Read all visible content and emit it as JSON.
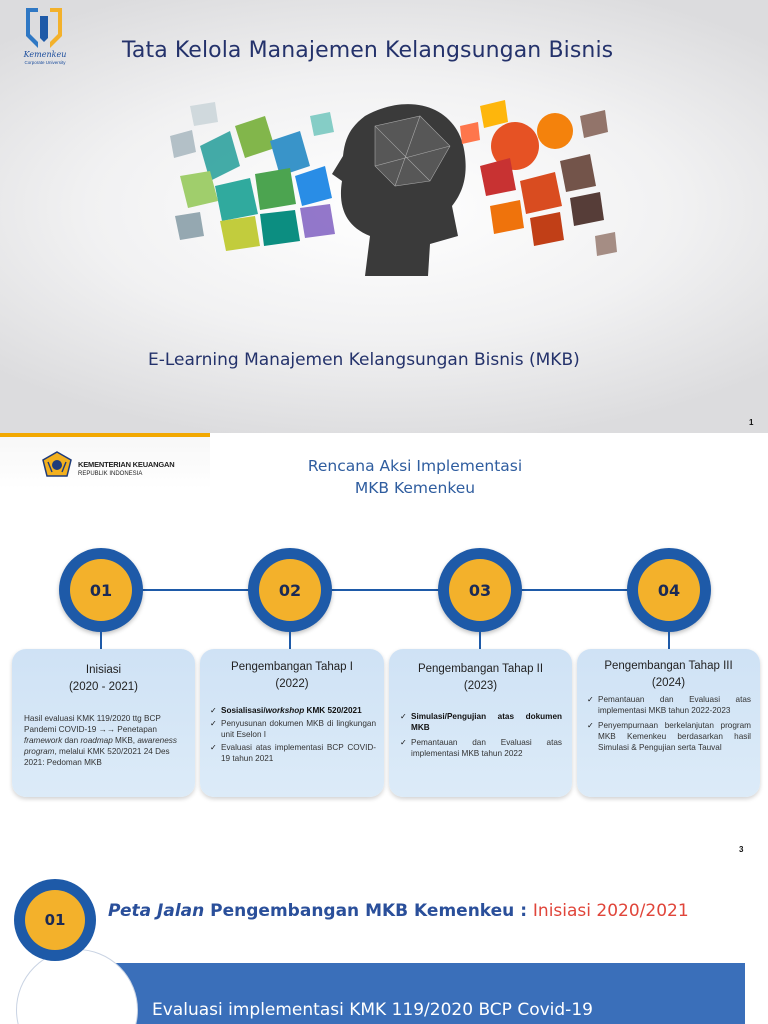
{
  "slide1": {
    "logo_text": "Kemenkeu",
    "logo_sub": "Corporate University",
    "title": "Tata Kelola Manajemen Kelangsungan Bisnis",
    "subtitle": "E-Learning  Manajemen Kelangsungan Bisnis (MKB)",
    "page_number": "1"
  },
  "slide2": {
    "org_name": "KEMENTERIAN KEUANGAN",
    "org_sub": "REPUBLIK INDONESIA",
    "title_line1": "Rencana Aksi Implementasi",
    "title_line2": "MKB Kemenkeu",
    "page_number": "3",
    "steps": [
      {
        "number": "01",
        "title": "Inisiasi",
        "period": "(2020 - 2021)",
        "body": "Hasil evaluasi KMK 119/2020 ttg BCP Pandemi COVID-19 →→ Penetapan framework dan roadmap MKB, awareness program, melalui KMK 520/2021 24 Des 2021: Pedoman MKB"
      },
      {
        "number": "02",
        "title": "Pengembangan Tahap I",
        "period": "(2022)",
        "items": [
          {
            "bold": "Sosialisasi/workshop KMK 520/2021",
            "text": ""
          },
          {
            "bold": "",
            "text": "Penyusunan dokumen MKB di lingkungan unit Eselon I"
          },
          {
            "bold": "",
            "text": "Evaluasi atas implementasi BCP COVID-19 tahun 2021"
          }
        ]
      },
      {
        "number": "03",
        "title": "Pengembangan Tahap II",
        "period": "(2023)",
        "items": [
          {
            "bold": "Simulasi/Pengujian atas dokumen MKB",
            "text": ""
          },
          {
            "bold": "",
            "text": "Pemantauan dan Evaluasi atas implementasi MKB tahun 2022"
          }
        ]
      },
      {
        "number": "04",
        "title": "Pengembangan Tahap III",
        "period": "(2024)",
        "items": [
          {
            "bold": "",
            "text": "Pemantauan dan Evaluasi atas implementasi MKB tahun 2022-2023"
          },
          {
            "bold": "",
            "text": "Penyempurnaan berkelanjutan program MKB Kemenkeu berdasarkan hasil Simulasi & Pengujian serta Tauval"
          }
        ]
      }
    ]
  },
  "slide3": {
    "badge": "01",
    "heading_italic": "Peta Jalan",
    "heading_main": " Pengembangan MKB Kemenkeu : ",
    "heading_red": "Inisiasi 2020/2021",
    "band_text": "Evaluasi implementasi KMK 119/2020 BCP Covid-19"
  },
  "colors": {
    "navy": "#1e5aa8",
    "gold": "#f3b12b",
    "title_blue": "#24326b",
    "card_blue": "#cfe2f5",
    "accent_red": "#e0453a",
    "topbar_orange": "#f2a800"
  }
}
